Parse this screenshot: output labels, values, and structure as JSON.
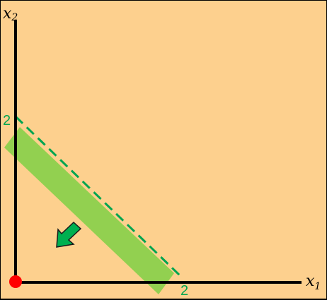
{
  "axes": {
    "x_label": {
      "var": "x",
      "sub": "1"
    },
    "y_label": {
      "var": "x",
      "sub": "2"
    }
  },
  "intercepts": {
    "x_value": "2",
    "y_value": "2"
  },
  "colors": {
    "background": "#FDD08E",
    "frame": "#000000",
    "axis": "#000000",
    "band": "#92D050",
    "dashed_line": "#00A550",
    "arrow": "#00B050",
    "arrow_outline": "#1A1A1A",
    "origin": "#FF0000",
    "label_green": "#00A550"
  },
  "icons": {
    "direction_arrow": "arrow-down-left-icon",
    "origin_marker": "red-dot"
  }
}
